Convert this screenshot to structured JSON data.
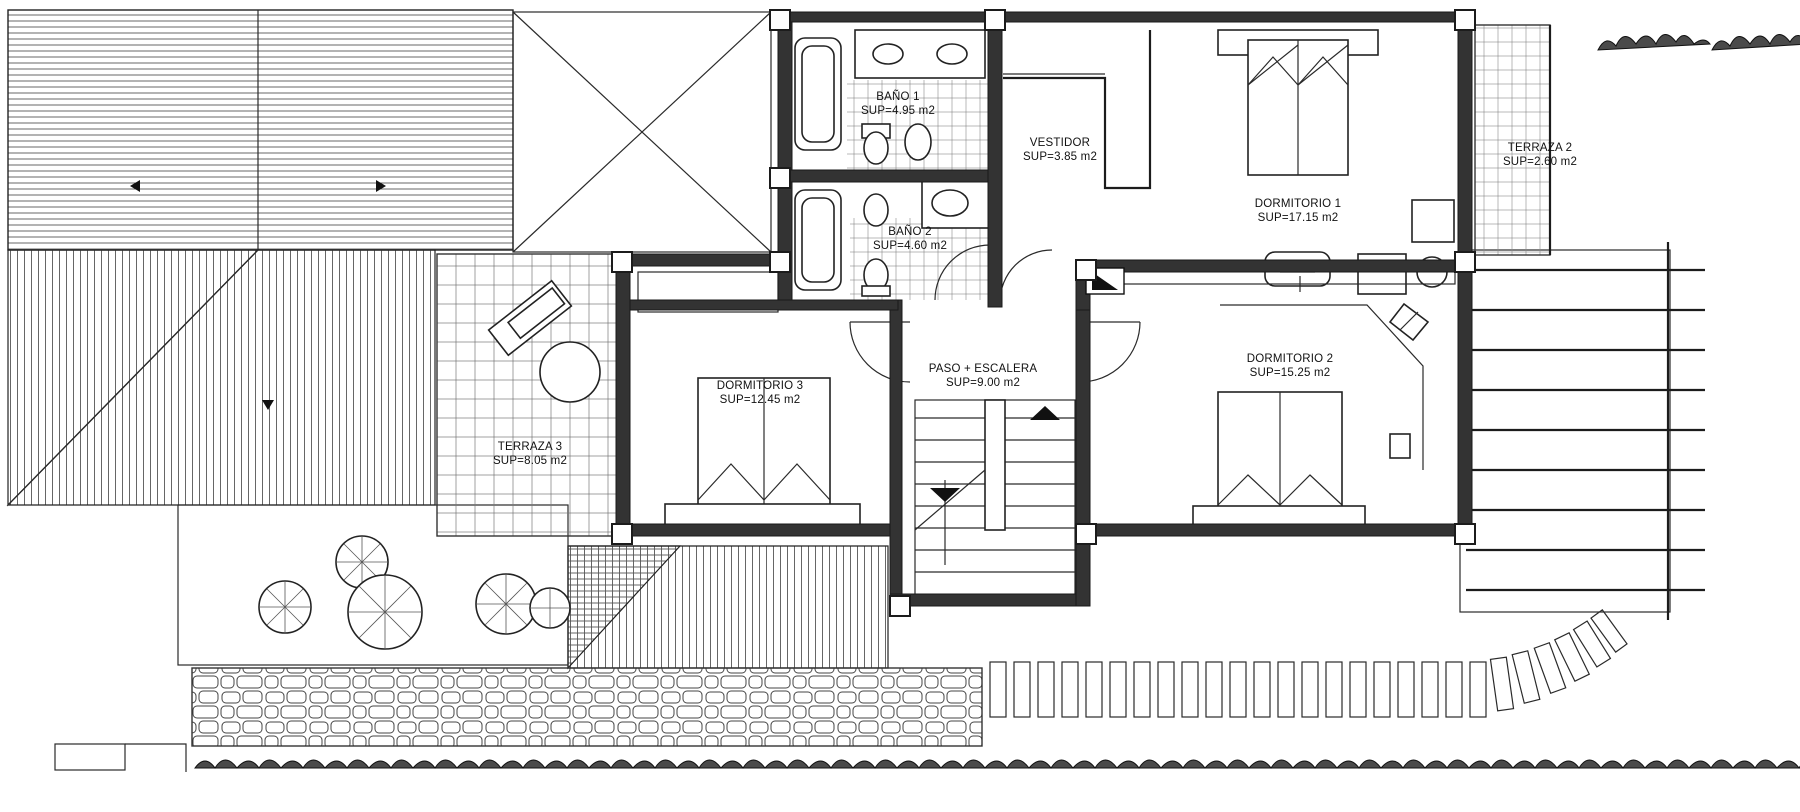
{
  "rooms": [
    {
      "id": "bano-1",
      "name": "BAÑO 1",
      "area": "SUP=4.95 m2"
    },
    {
      "id": "bano-2",
      "name": "BAÑO 2",
      "area": "SUP=4.60 m2"
    },
    {
      "id": "vestidor",
      "name": "VESTIDOR",
      "area": "SUP=3.85 m2"
    },
    {
      "id": "dormitorio-1",
      "name": "DORMITORIO 1",
      "area": "SUP=17.15 m2"
    },
    {
      "id": "terraza-2",
      "name": "TERRAZA 2",
      "area": "SUP=2.60 m2"
    },
    {
      "id": "paso-escalera",
      "name": "PASO + ESCALERA",
      "area": "SUP=9.00 m2"
    },
    {
      "id": "dormitorio-2",
      "name": "DORMITORIO 2",
      "area": "SUP=15.25 m2"
    },
    {
      "id": "dormitorio-3",
      "name": "DORMITORIO 3",
      "area": "SUP=12.45 m2"
    },
    {
      "id": "terraza-3",
      "name": "TERRAZA 3",
      "area": "SUP=8.05 m2"
    }
  ],
  "colors": {
    "wall": "#333333",
    "line": "#1c1c1c",
    "hatch": "#555555",
    "paper": "#ffffff"
  }
}
